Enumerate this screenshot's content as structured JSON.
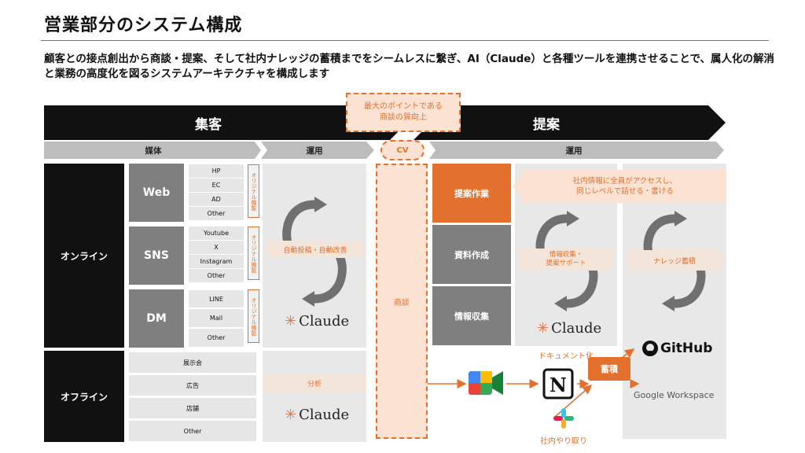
{
  "title": "営業部分のシステム構成",
  "subtitle": "顧客との接点創出から商談・提案、そして社内ナレッジの蓄積までをシームレスに繋ぎ、AI（Claude）と各種ツールを連携させることで、属人化の解消と業務の高度化を図るシステムアーキテクチャを構成します",
  "phases": {
    "acquisition": "集客",
    "proposal": "提案"
  },
  "subheaders": {
    "media": "媒体",
    "operation_left": "運用",
    "cv": "CV",
    "operation_right": "運用"
  },
  "callout_top": "最大のポイントである\n商談の質向上",
  "rows": {
    "online": "オンライン",
    "offline": "オフライン"
  },
  "channels": [
    {
      "name": "Web",
      "items": [
        "HP",
        "EC",
        "AD",
        "Other"
      ]
    },
    {
      "name": "SNS",
      "items": [
        "Youtube",
        "X",
        "Instagram",
        "Other"
      ]
    },
    {
      "name": "DM",
      "items": [
        "LINE",
        "Mail",
        "Other"
      ]
    }
  ],
  "original_feature": "オリジナル機能",
  "offline_items": [
    "展示会",
    "広告",
    "店舗",
    "Other"
  ],
  "cycle_online": "自動投稿・自動改善",
  "analysis": "分析",
  "claude": "Claude",
  "negotiation": "商談",
  "proposal_tasks": [
    "提案作業",
    "資料作成",
    "情報収集"
  ],
  "callout_access": "社内情報に全員がアクセスし、\n同じレベルで話せる・書ける",
  "cycle_info": "情報収集・\n提案サポート",
  "cycle_knowledge": "ナレッジ蓄積",
  "tools": {
    "doc": "ドキュメント化",
    "store": "蓄積",
    "chat": "社内やり取り",
    "github": "GitHub",
    "google_workspace": "Google Workspace"
  },
  "colors": {
    "orange": "#e3702c",
    "black": "#111111",
    "gray": "#7f7f7f",
    "light": "#e8e8e8"
  }
}
